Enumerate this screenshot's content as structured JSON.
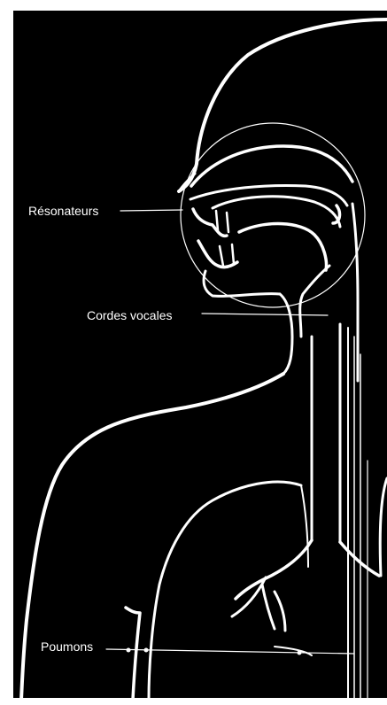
{
  "labels": {
    "resonateurs": "Résonateurs",
    "cordes_vocales": "Cordes vocales",
    "poumons": "Poumons"
  },
  "colors": {
    "background": "#000000",
    "line": "#ffffff",
    "frame": "#ffffff"
  }
}
